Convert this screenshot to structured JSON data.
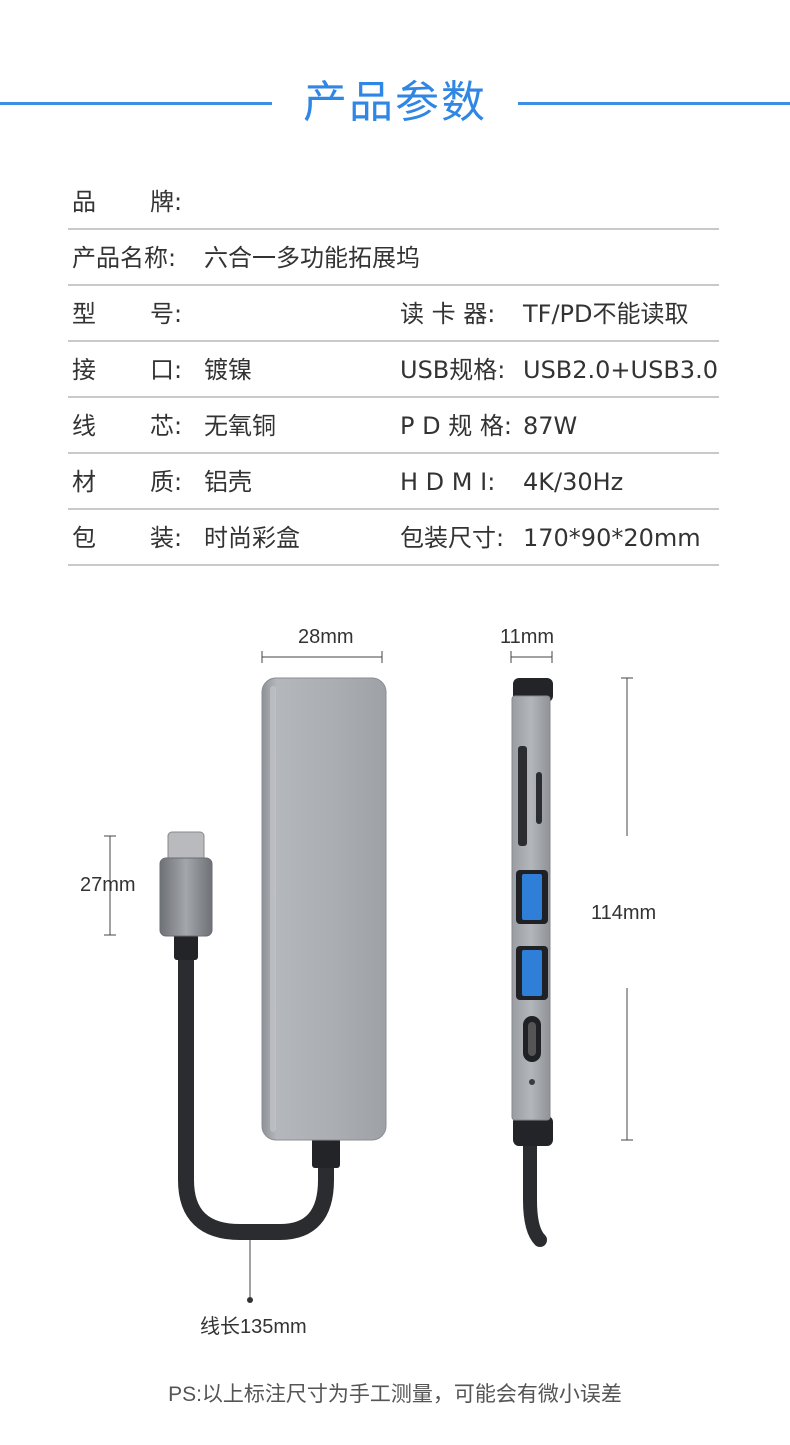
{
  "header": {
    "title": "产品参数"
  },
  "specs": {
    "rows": [
      {
        "l1": "品",
        "l2": "牌:",
        "v": "",
        "r1": "",
        "r2": ""
      },
      {
        "l1": "产品名称:",
        "l2": "",
        "v": "六合一多功能拓展坞",
        "r1": "",
        "r2": ""
      },
      {
        "l1": "型",
        "l2": "号:",
        "v": "",
        "r1": "读 卡 器:",
        "r2": "TF/PD不能读取"
      },
      {
        "l1": "接",
        "l2": "口:",
        "v": "镀镍",
        "r1": "USB规格:",
        "r2": "USB2.0+USB3.0"
      },
      {
        "l1": "线",
        "l2": "芯:",
        "v": "无氧铜",
        "r1": "P D 规 格:",
        "r2": "87W"
      },
      {
        "l1": "材",
        "l2": "质:",
        "v": "铝壳",
        "r1": "H D M I:",
        "r2": "4K/30Hz"
      },
      {
        "l1": "包",
        "l2": "装:",
        "v": "时尚彩盒",
        "r1": "包装尺寸:",
        "r2": "170*90*20mm"
      }
    ]
  },
  "dimensions": {
    "front_width": "28mm",
    "side_thickness": "11mm",
    "plug_height": "27mm",
    "length": "114mm",
    "cable": "线长135mm"
  },
  "note": "PS:以上标注尺寸为手工测量，可能会有微小误差",
  "colors": {
    "accent": "#2f86e4",
    "divider": "#c9c9c9",
    "body": "#a8abb0",
    "cable": "#2a2c30"
  }
}
